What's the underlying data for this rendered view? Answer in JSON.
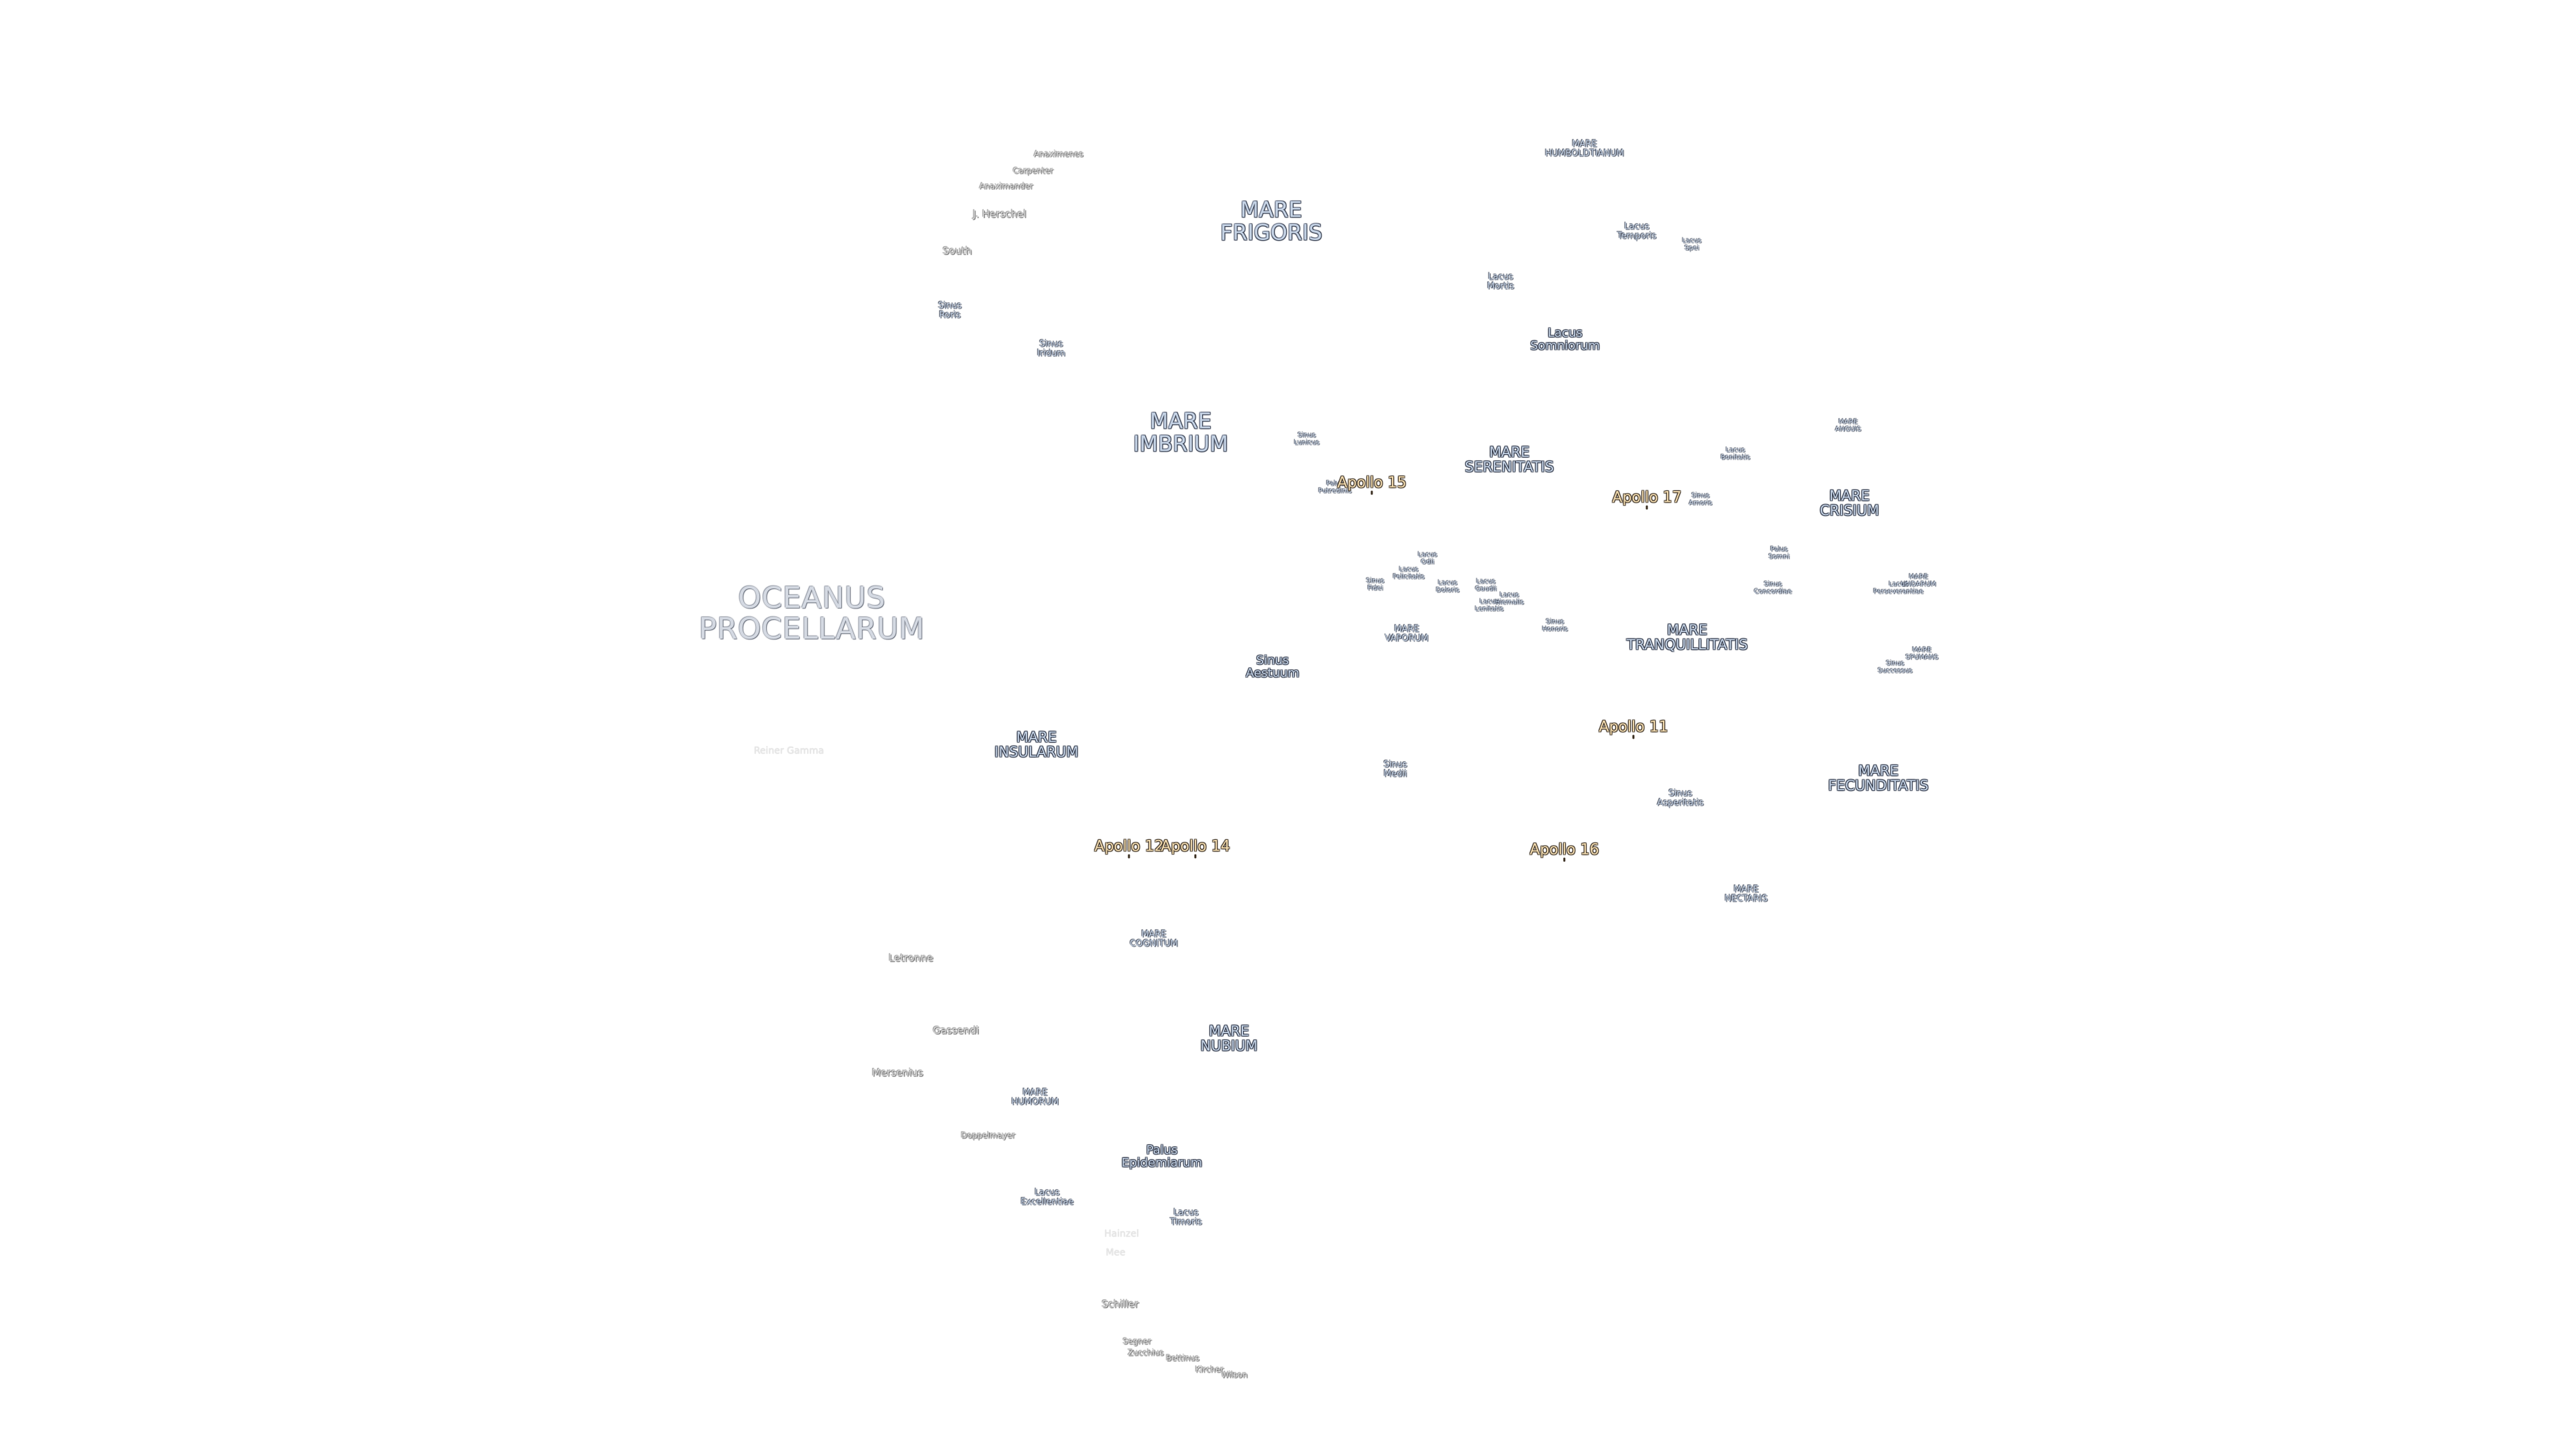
{
  "map": {
    "labels": [
      {
        "id": "oceanus-procellarum",
        "text": "OCEANUS\nPROCELLARUM",
        "kind": "ocean"
      },
      {
        "id": "mare-frigoris",
        "text": "MARE\nFRIGORIS",
        "kind": "mare-l"
      },
      {
        "id": "mare-imbrium",
        "text": "MARE\nIMBRIUM",
        "kind": "mare-l"
      },
      {
        "id": "mare-serenitatis",
        "text": "MARE\nSERENITATIS",
        "kind": "mare-m"
      },
      {
        "id": "mare-tranquillitatis",
        "text": "MARE\nTRANQUILLITATIS",
        "kind": "mare-m"
      },
      {
        "id": "mare-crisium",
        "text": "MARE\nCRISIUM",
        "kind": "mare-m"
      },
      {
        "id": "mare-fecunditatis",
        "text": "MARE\nFECUNDITATIS",
        "kind": "mare-m"
      },
      {
        "id": "mare-nubium",
        "text": "MARE\nNUBIUM",
        "kind": "mare-m"
      },
      {
        "id": "mare-insularum",
        "text": "MARE\nINSULARUM",
        "kind": "mare-m"
      },
      {
        "id": "mare-vaporum",
        "text": "MARE\nVAPORUM",
        "kind": "mare-s"
      },
      {
        "id": "mare-cognitum",
        "text": "MARE\nCOGNITUM",
        "kind": "mare-s"
      },
      {
        "id": "mare-humorum",
        "text": "MARE\nHUMORUM",
        "kind": "mare-s"
      },
      {
        "id": "mare-nectaris",
        "text": "MARE\nNECTARIS",
        "kind": "mare-s"
      },
      {
        "id": "mare-humboldtianum",
        "text": "MARE\nHUMBOLDTIANUM",
        "kind": "mare-s"
      },
      {
        "id": "mare-anguis",
        "text": "MARE\nANGUIS",
        "kind": "feat-xs"
      },
      {
        "id": "mare-undarum",
        "text": "MARE\nUNDARUM",
        "kind": "feat-xs"
      },
      {
        "id": "mare-spumans",
        "text": "MARE\nSPUMANS",
        "kind": "feat-xs"
      },
      {
        "id": "sinus-aestuum",
        "text": "Sinus\nAestuum",
        "kind": "feat-m"
      },
      {
        "id": "lacus-somniorum",
        "text": "Lacus\nSomniorum",
        "kind": "feat-m"
      },
      {
        "id": "palus-epidemiarum",
        "text": "Palus\nEpidemiarum",
        "kind": "feat-m"
      },
      {
        "id": "sinus-iridum",
        "text": "Sinus\nIridum",
        "kind": "feat-s"
      },
      {
        "id": "sinus-roris",
        "text": "Sinus\nRoris",
        "kind": "feat-s"
      },
      {
        "id": "sinus-medii",
        "text": "Sinus\nMedii",
        "kind": "feat-s"
      },
      {
        "id": "sinus-asperitatis",
        "text": "Sinus\nAsperitatis",
        "kind": "feat-s"
      },
      {
        "id": "lacus-excellentiae",
        "text": "Lacus\nExcellentiae",
        "kind": "feat-s"
      },
      {
        "id": "lacus-timoris",
        "text": "Lacus\nTimoris",
        "kind": "feat-s"
      },
      {
        "id": "lacus-temporis",
        "text": "Lacus\nTemporis",
        "kind": "feat-s"
      },
      {
        "id": "lacus-mortis",
        "text": "Lacus\nMortis",
        "kind": "feat-s"
      },
      {
        "id": "lacus-spei",
        "text": "Lacus\nSpei",
        "kind": "feat-xs"
      },
      {
        "id": "lacus-bonitatis",
        "text": "Lacus\nBonitatis",
        "kind": "feat-xs"
      },
      {
        "id": "sinus-amoris",
        "text": "Sinus\nAmoris",
        "kind": "feat-xs"
      },
      {
        "id": "palus-somni",
        "text": "Palus\nSomni",
        "kind": "feat-xs"
      },
      {
        "id": "sinus-concordiae",
        "text": "Sinus\nConcordiae",
        "kind": "feat-xs"
      },
      {
        "id": "lacus-perseverantiae",
        "text": "Lacus\nPerseverantiae",
        "kind": "feat-xs"
      },
      {
        "id": "sinus-successus",
        "text": "Sinus\nSuccessus",
        "kind": "feat-xs"
      },
      {
        "id": "sinus-lunicus",
        "text": "Sinus\nLunicus",
        "kind": "feat-xs"
      },
      {
        "id": "palus-putredinis",
        "text": "Palus\nPutredinis",
        "kind": "feat-xs"
      },
      {
        "id": "lacus-odii",
        "text": "Lacus\nOdii",
        "kind": "feat-xs"
      },
      {
        "id": "lacus-felicitatis",
        "text": "Lacus\nFelicitatis",
        "kind": "feat-xs"
      },
      {
        "id": "sinus-fidei",
        "text": "Sinus\nFidei",
        "kind": "feat-xs"
      },
      {
        "id": "lacus-doloris",
        "text": "Lacus\nDoloris",
        "kind": "feat-xs"
      },
      {
        "id": "lacus-gaudii",
        "text": "Lacus\nGaudii",
        "kind": "feat-xs"
      },
      {
        "id": "lacus-lenitatis",
        "text": "Lacus\nLenitatis",
        "kind": "feat-xs"
      },
      {
        "id": "lacus-hiemalis",
        "text": "Lacus\nHiemalis",
        "kind": "feat-xs"
      },
      {
        "id": "sinus-honoris",
        "text": "Sinus\nHonoris",
        "kind": "feat-xs"
      },
      {
        "id": "anaximenes",
        "text": "Anaximenes",
        "kind": "crater-s"
      },
      {
        "id": "carpenter",
        "text": "Carpenter",
        "kind": "crater-s"
      },
      {
        "id": "anaximander",
        "text": "Anaximander",
        "kind": "crater-s"
      },
      {
        "id": "j-herschel",
        "text": "J. Herschel",
        "kind": "crater"
      },
      {
        "id": "south",
        "text": "South",
        "kind": "crater"
      },
      {
        "id": "reiner-gamma",
        "text": "Reiner Gamma",
        "kind": "crater-faint"
      },
      {
        "id": "letronne",
        "text": "Letronne",
        "kind": "crater"
      },
      {
        "id": "gassendi",
        "text": "Gassendi",
        "kind": "crater"
      },
      {
        "id": "mersenius",
        "text": "Mersenius",
        "kind": "crater"
      },
      {
        "id": "doppelmayer",
        "text": "Doppelmayer",
        "kind": "crater-s"
      },
      {
        "id": "hainzel",
        "text": "Hainzel",
        "kind": "crater-faint"
      },
      {
        "id": "mee",
        "text": "Mee",
        "kind": "crater-faint"
      },
      {
        "id": "schiller",
        "text": "Schiller",
        "kind": "crater"
      },
      {
        "id": "segner",
        "text": "Segner",
        "kind": "crater-s"
      },
      {
        "id": "zucchius",
        "text": "Zucchius",
        "kind": "crater-s"
      },
      {
        "id": "bettinus",
        "text": "Bettinus",
        "kind": "crater-s"
      },
      {
        "id": "kircher",
        "text": "Kircher",
        "kind": "crater-s"
      },
      {
        "id": "wilson",
        "text": "Wilson",
        "kind": "crater-s"
      },
      {
        "id": "apollo-15",
        "text": "Apollo 15",
        "kind": "apollo"
      },
      {
        "id": "apollo-17",
        "text": "Apollo 17",
        "kind": "apollo"
      },
      {
        "id": "apollo-11",
        "text": "Apollo 11",
        "kind": "apollo"
      },
      {
        "id": "apollo-12",
        "text": "Apollo 12",
        "kind": "apollo"
      },
      {
        "id": "apollo-14",
        "text": "Apollo 14",
        "kind": "apollo"
      },
      {
        "id": "apollo-16",
        "text": "Apollo 16",
        "kind": "apollo"
      }
    ]
  }
}
